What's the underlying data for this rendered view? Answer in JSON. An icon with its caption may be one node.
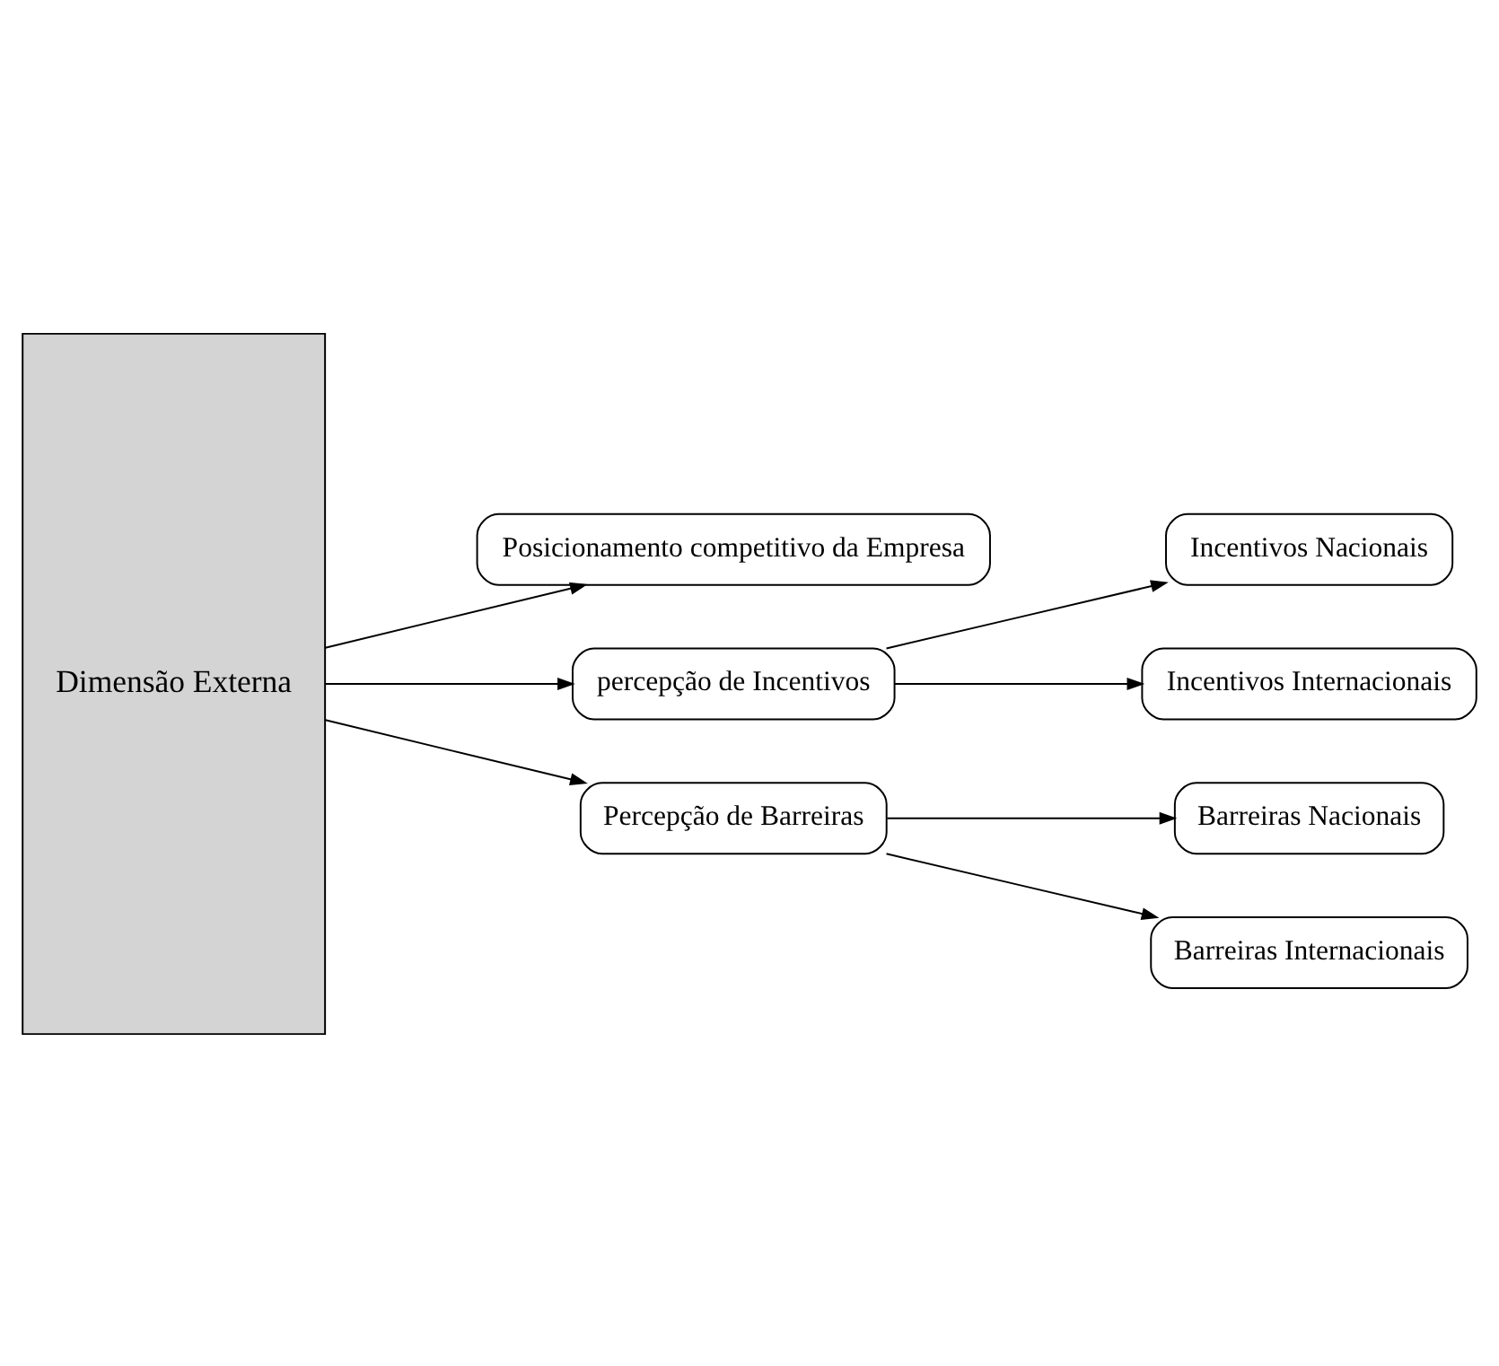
{
  "diagram": {
    "nodes": [
      {
        "text": [
          "Dimensão Externa"
        ]
      },
      {
        "text": [
          "Posicionamento competitivo da Empresa"
        ]
      },
      {
        "text": [
          "percepção de Incentivos"
        ]
      },
      {
        "text": [
          "Incentivos Nacionais"
        ]
      },
      {
        "text": [
          "Incentivos Internacionais"
        ]
      },
      {
        "text": [
          "Percepção de Barreiras"
        ]
      },
      {
        "text": [
          "Barreiras Nacionais"
        ]
      },
      {
        "text": [
          "Barreiras Internacionais"
        ]
      }
    ],
    "edges": [
      {
        "from": 0,
        "to": 1,
        "arrow": "to"
      },
      {
        "from": 0,
        "to": 2,
        "arrow": "to"
      },
      {
        "from": 0,
        "to": 5,
        "arrow": "to"
      },
      {
        "from": 2,
        "to": 3,
        "arrow": "to"
      },
      {
        "from": 2,
        "to": 4,
        "arrow": "to"
      },
      {
        "from": 5,
        "to": 6,
        "arrow": "to"
      },
      {
        "from": 5,
        "to": 7,
        "arrow": "to"
      }
    ]
  }
}
